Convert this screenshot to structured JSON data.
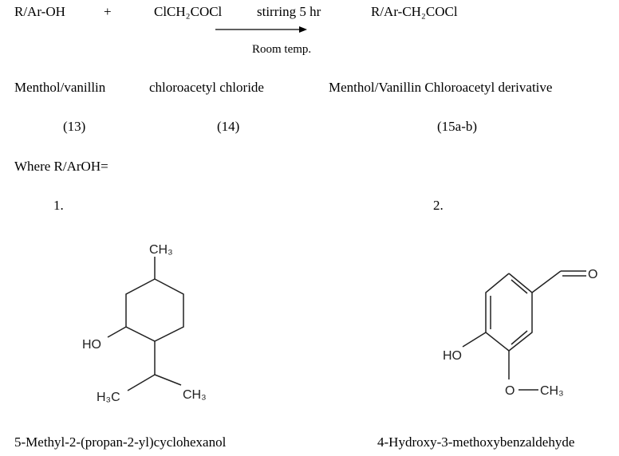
{
  "reaction": {
    "reactant1": "R/Ar-OH",
    "plus": "+",
    "reactant2": "ClCH₂COCl",
    "condition_above": "stirring 5 hr",
    "product": "R/Ar-CH₂COCl",
    "condition_below": "Room temp."
  },
  "names": {
    "reactant1": "Menthol/vanillin",
    "reactant2": "chloroacetyl chloride",
    "product": "Menthol/Vanillin Chloroacetyl derivative"
  },
  "numbers": {
    "reactant1": "(13)",
    "reactant2": "(14)",
    "product": "(15a-b)"
  },
  "where": "Where R/ArOH=",
  "structures": [
    {
      "index": "1.",
      "labels": {
        "methyl_top": "CH₃",
        "hydroxyl": "HO",
        "methyl_left": "H₃C",
        "methyl_right": "CH₃"
      },
      "name": "5-Methyl-2-(propan-2-yl)cyclohexanol"
    },
    {
      "index": "2.",
      "labels": {
        "carbonyl_o": "O",
        "hydroxyl": "HO",
        "methoxy_o": "O",
        "methyl": "CH₃"
      },
      "name": "4-Hydroxy-3-methoxybenzaldehyde"
    }
  ]
}
